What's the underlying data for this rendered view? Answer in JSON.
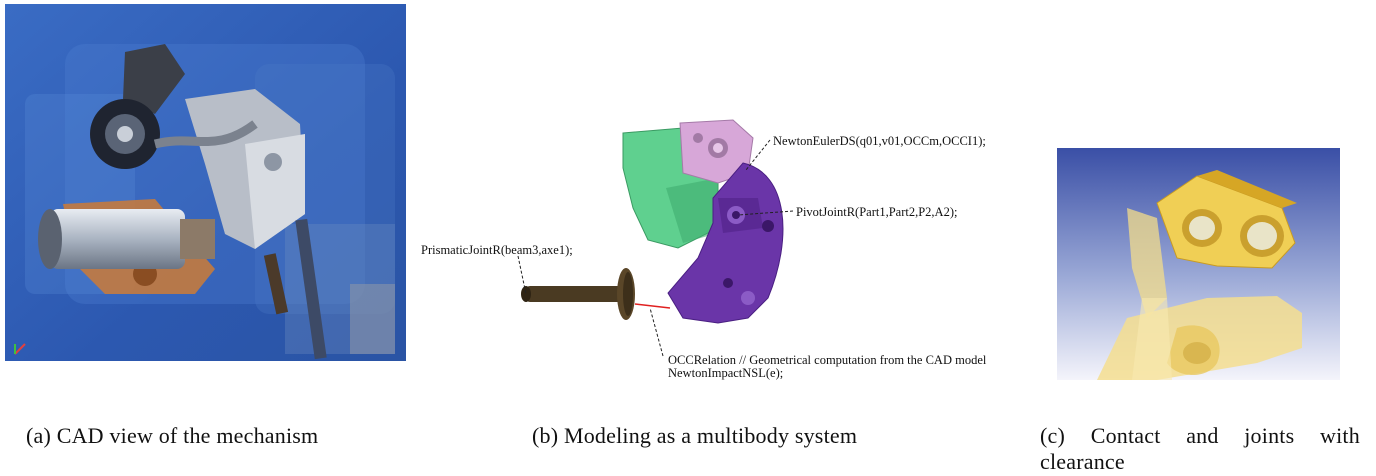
{
  "panels": {
    "a": {
      "caption": "(a) CAD view of the mechanism"
    },
    "b": {
      "caption": "(b) Modeling as a multibody system",
      "labels": {
        "newton_euler": "NewtonEulerDS(q01,v01,OCCm,OCCI1);",
        "pivot_joint": "PivotJointR(Part1,Part2,P2,A2);",
        "prismatic_joint": "PrismaticJointR(beam3,axe1);",
        "occ_relation": "OCCRelation // Geometrical computation from the CAD model",
        "newton_impact": "NewtonImpactNSL(e);"
      }
    },
    "c": {
      "caption_line1": [
        "(c)",
        "Contact",
        "and",
        "joints",
        "with"
      ],
      "caption_line2": "clearance"
    }
  },
  "colors": {
    "cad_background": "#2f5fb8",
    "green_part": "#5fd08f",
    "pink_part": "#d7a7d8",
    "purple_part": "#6a35a8",
    "beam_part": "#4a3a22",
    "yellow_part": "#f0d060",
    "contact_line": "#e02020"
  }
}
